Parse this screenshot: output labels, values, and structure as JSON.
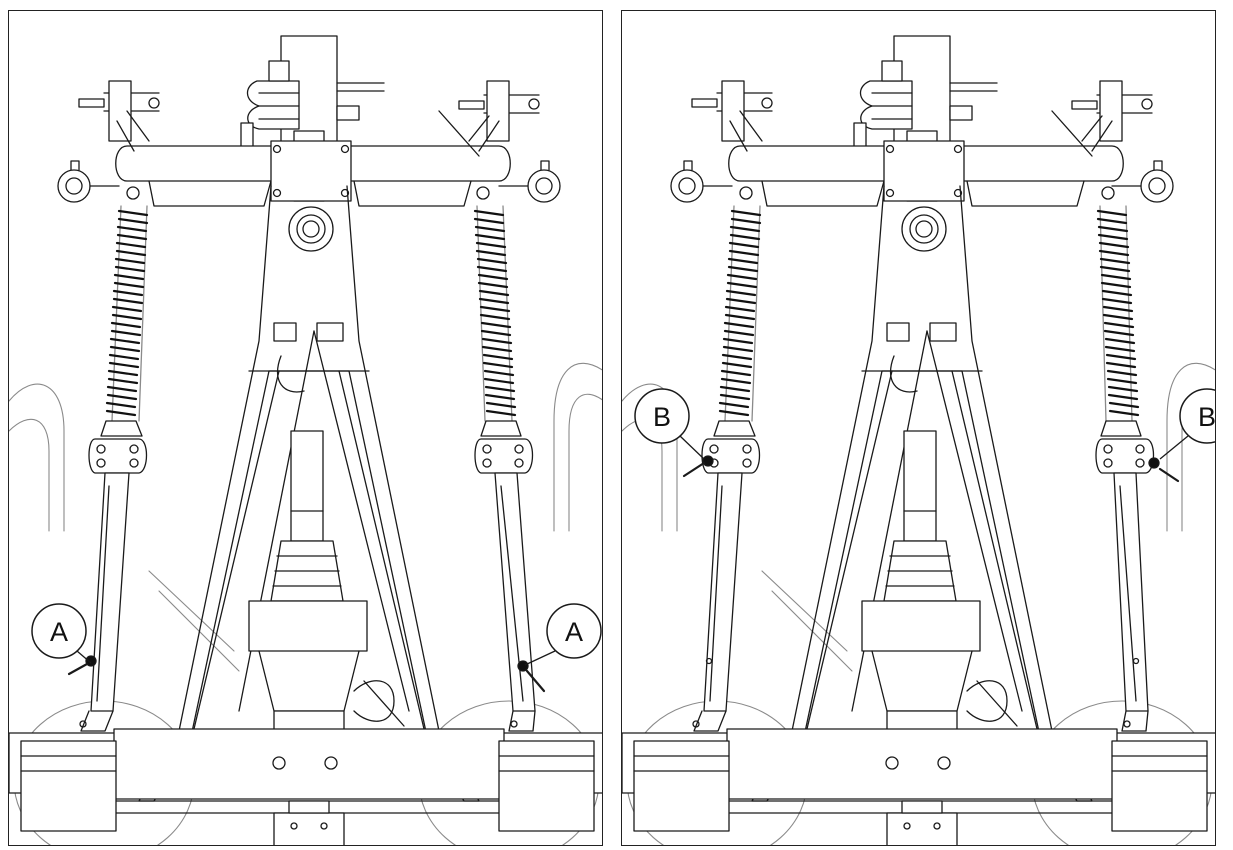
{
  "panels": [
    {
      "id": "left",
      "callouts": [
        {
          "label": "A"
        },
        {
          "label": "A"
        }
      ]
    },
    {
      "id": "right",
      "callouts": [
        {
          "label": "B"
        },
        {
          "label": "B"
        }
      ]
    }
  ],
  "colors": {
    "line": "#1a1a1a",
    "faint": "#8a8a8a",
    "fill": "#ffffff"
  }
}
